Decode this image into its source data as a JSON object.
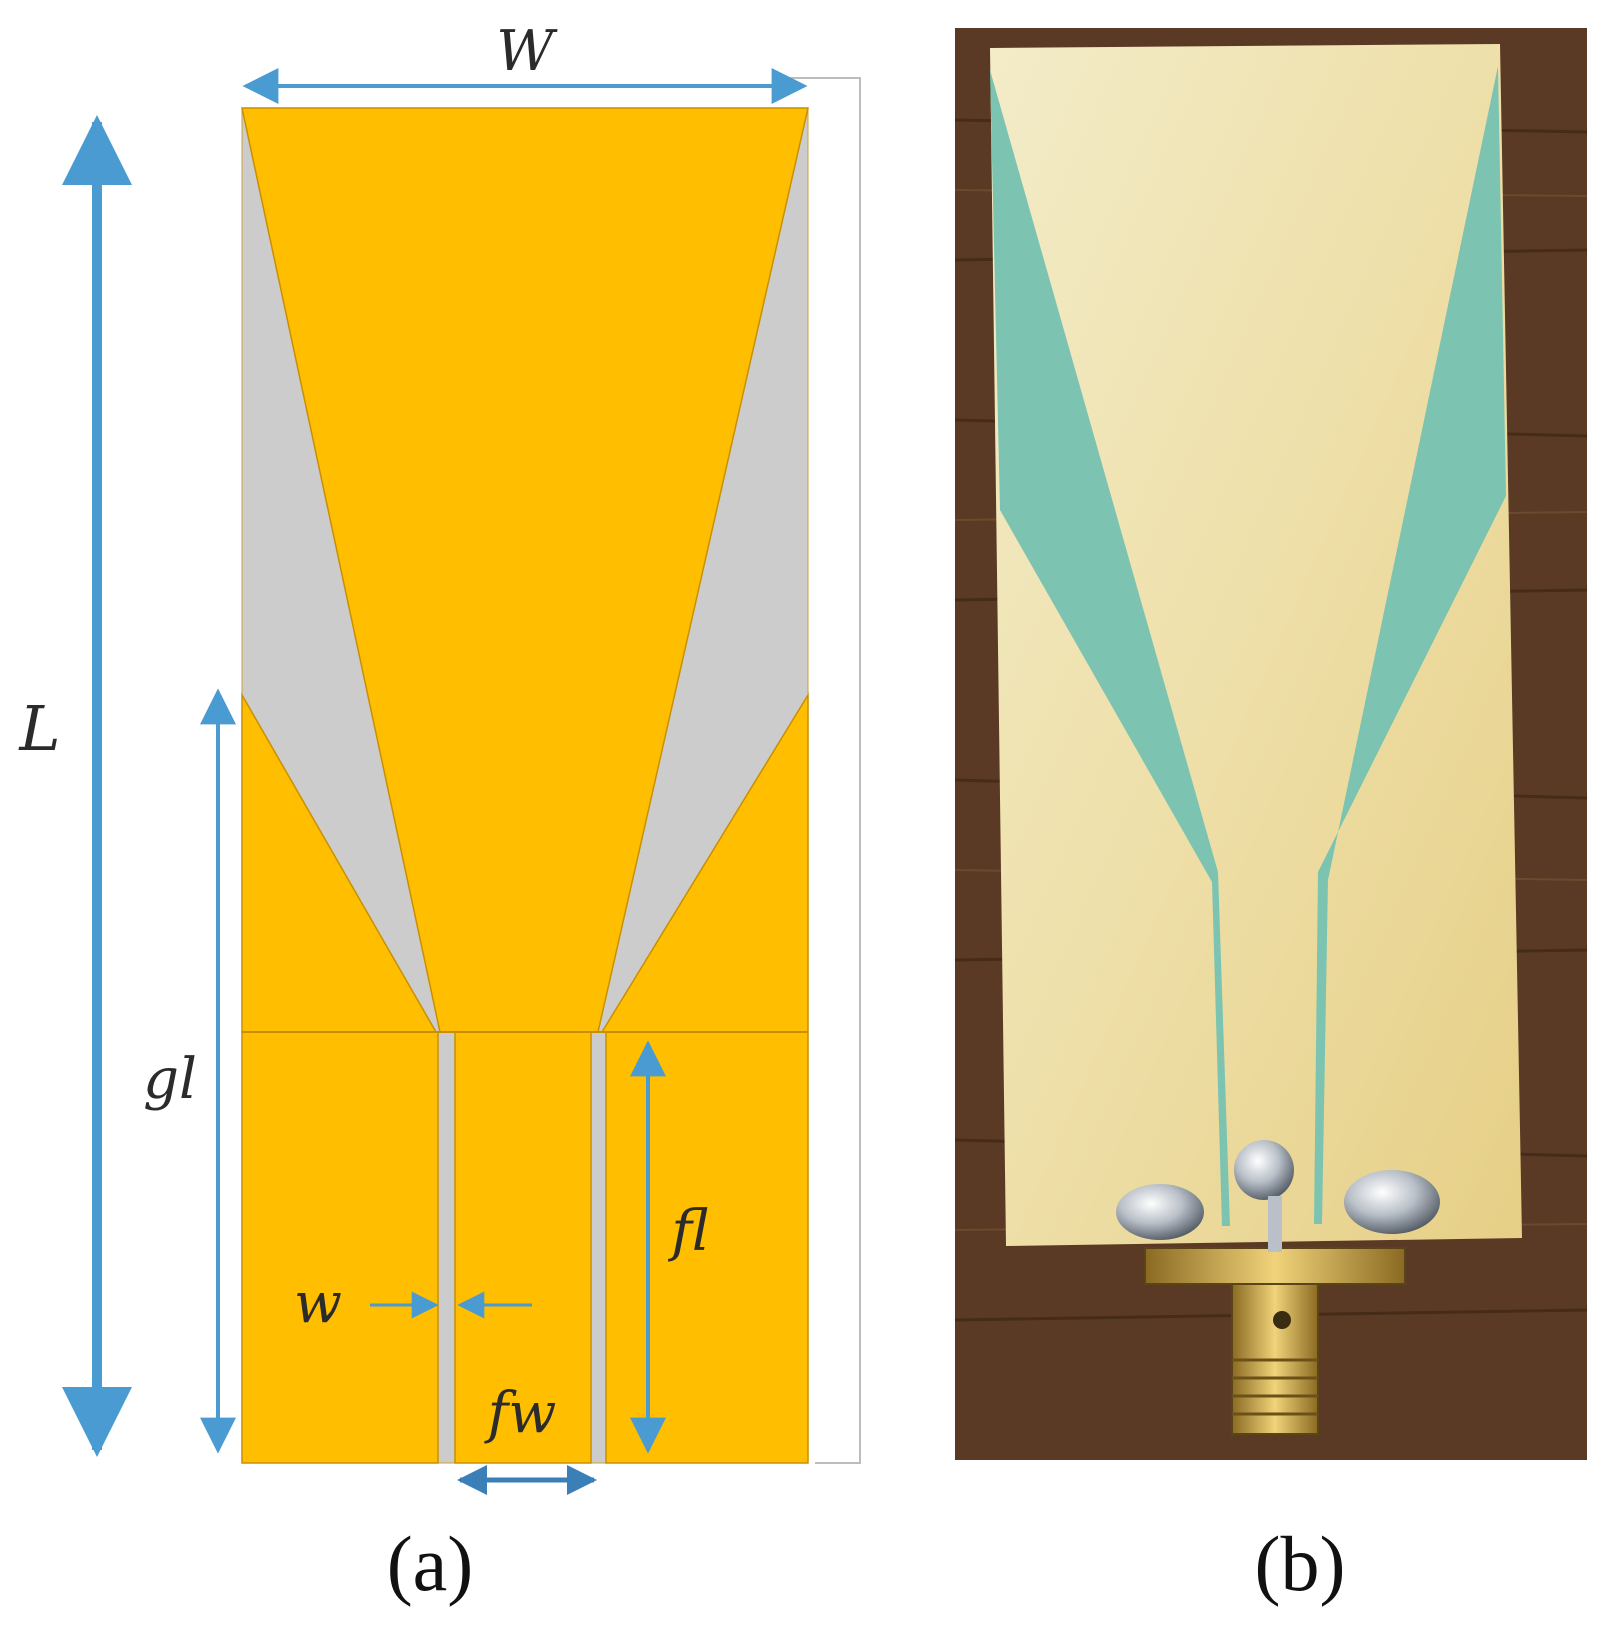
{
  "panels": {
    "a": {
      "caption": "(a)"
    },
    "b": {
      "caption": "(b)"
    }
  },
  "dimensions": {
    "W": "W",
    "L": "L",
    "gl": "gl",
    "fl": "fl",
    "w": "w",
    "fw": "fw"
  },
  "colors": {
    "copper": "#ffbf00",
    "substrate": "#cccccc",
    "arrow": "#4a9bd1",
    "arrow_dark": "#3a7fb8",
    "photo_board": "#efe2b0",
    "photo_slot": "#7cc4b1",
    "photo_table": "#5a3a24"
  }
}
